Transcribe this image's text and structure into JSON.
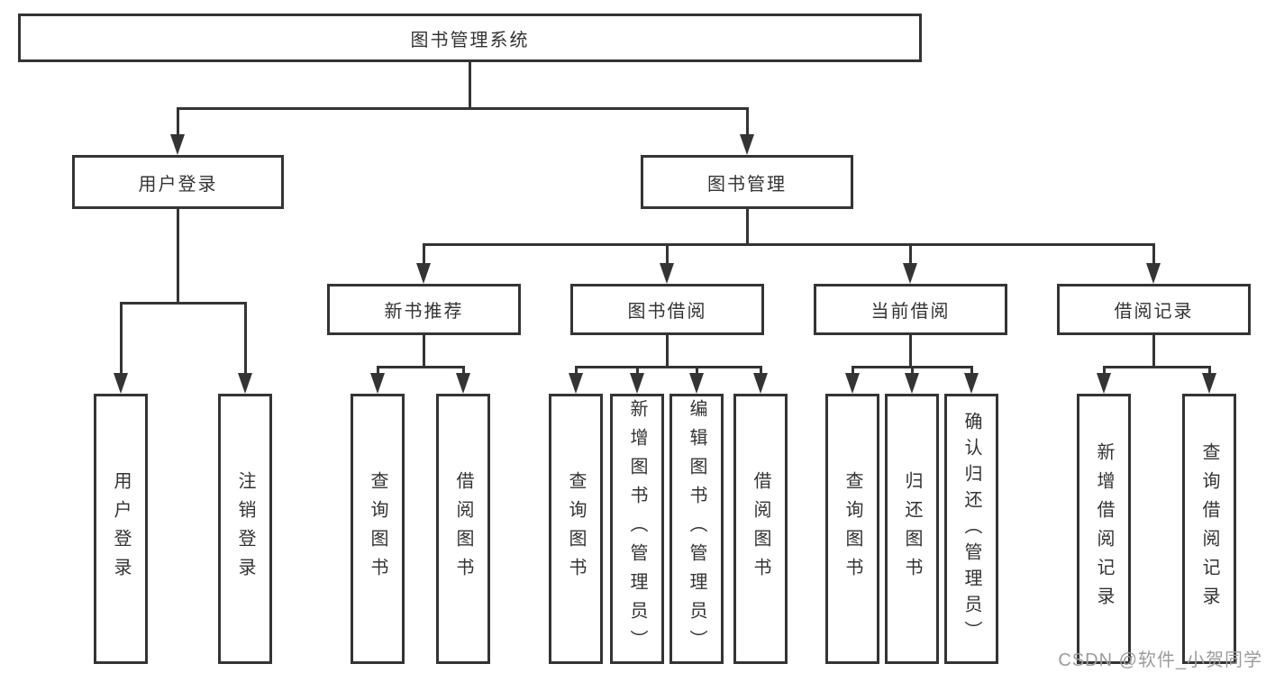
{
  "tree": {
    "root": "图书管理系统",
    "level2": [
      "用户登录",
      "图书管理"
    ],
    "level3": [
      "新书推荐",
      "图书借阅",
      "当前借阅",
      "借阅记录"
    ],
    "leaves": {
      "login": [
        "用户登录",
        "注销登录"
      ],
      "new_book": [
        "查询图书",
        "借阅图书"
      ],
      "book_borrow": [
        "查询图书",
        "新增图书（管理员）",
        "编辑图书（管理员）",
        "借阅图书"
      ],
      "current_borrow": [
        "查询图书",
        "归还图书",
        "确认归还（管理员）"
      ],
      "borrow_record": [
        "新增借阅记录",
        "查询借阅记录"
      ]
    }
  },
  "watermark": "CSDN @软件_小贺同学",
  "colors": {
    "line": "#343434",
    "text": "#333333",
    "watermark": "#9c9c9c"
  }
}
